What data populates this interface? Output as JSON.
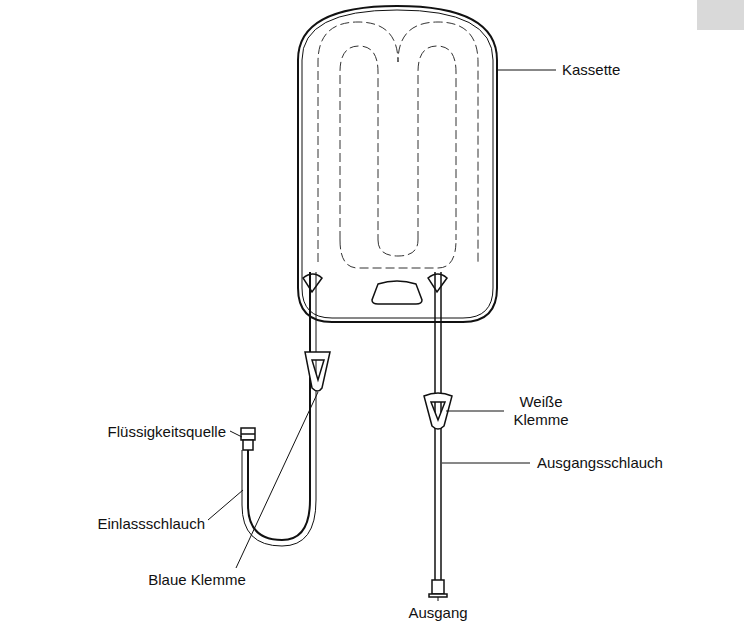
{
  "diagram": {
    "labels": [
      "Kassette",
      "Flüssigkeitsquelle",
      "Einlassschlauch",
      "Blaue Klemme",
      "Weiße Klemme",
      "Ausgangsschlauch",
      "Ausgang"
    ]
  }
}
